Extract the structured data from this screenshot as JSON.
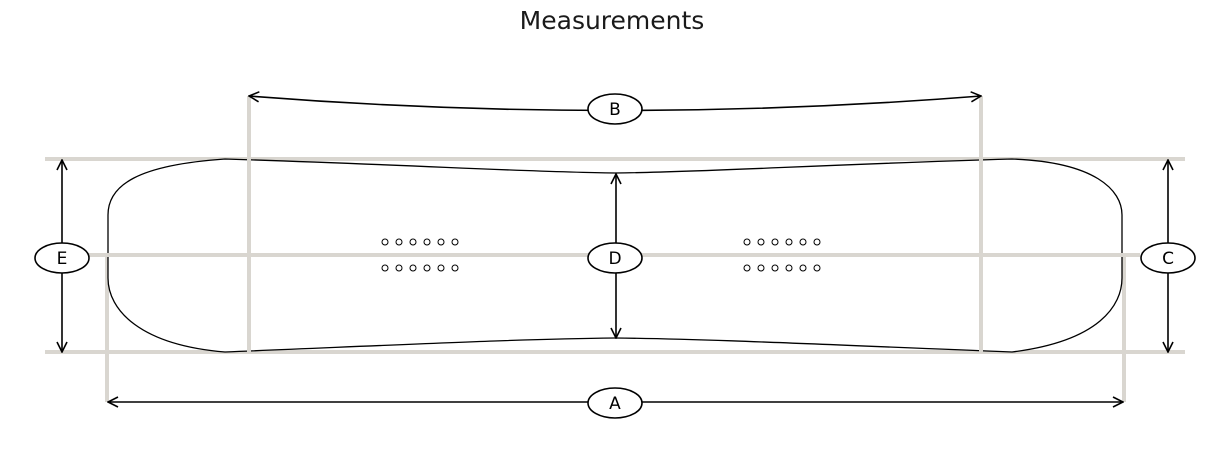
{
  "title": "Measurements",
  "labels": {
    "a": "A",
    "b": "B",
    "c": "C",
    "d": "D",
    "e": "E"
  }
}
